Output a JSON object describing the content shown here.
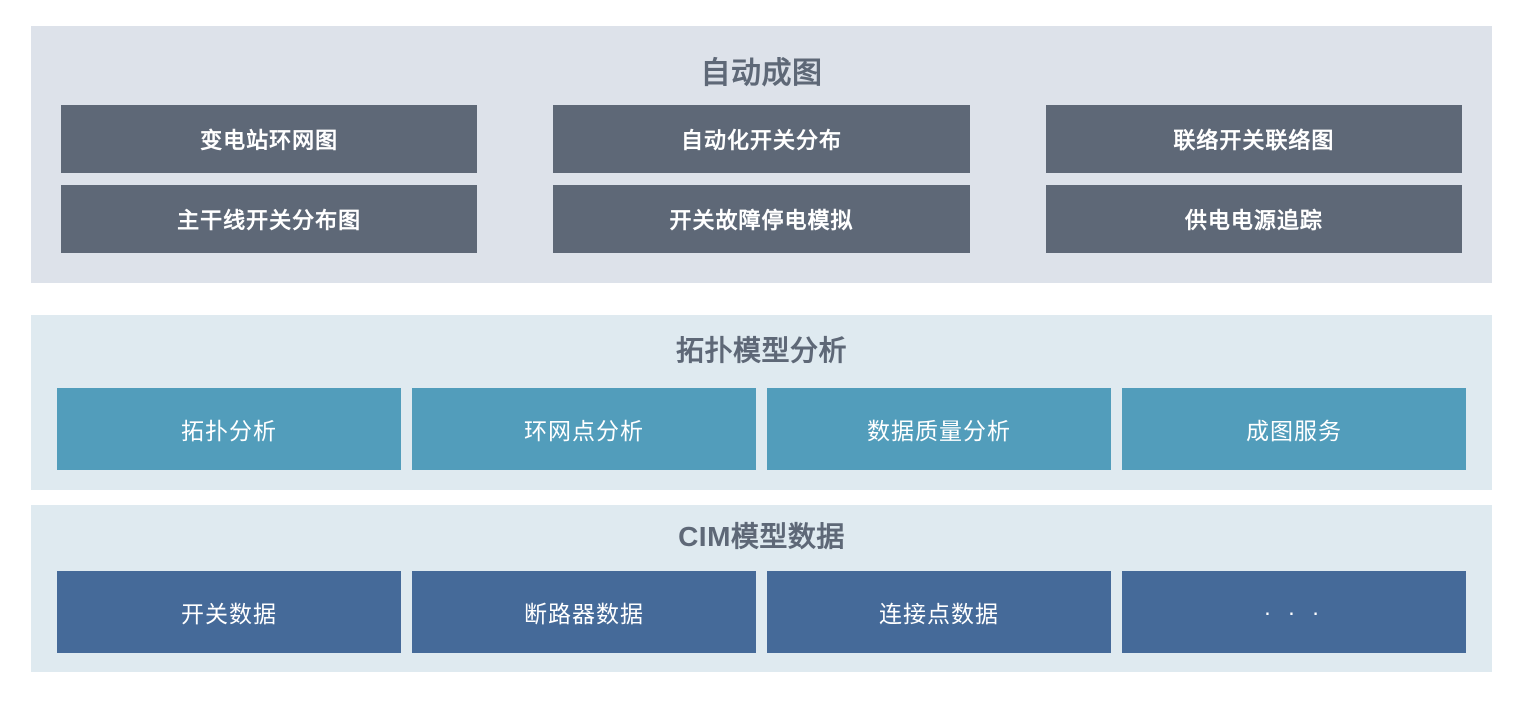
{
  "sections": [
    {
      "id": "auto-mapping",
      "title": "自动成图",
      "panel_color": "#dde2ea",
      "button_color": "#5e6877",
      "buttons": [
        "变电站环网图",
        "自动化开关分布",
        "联络开关联络图",
        "主干线开关分布图",
        "开关故障停电模拟",
        "供电电源追踪"
      ]
    },
    {
      "id": "topology",
      "title": "拓扑模型分析",
      "panel_color": "#dfeaf0",
      "button_color": "#529dbb",
      "buttons": [
        "拓扑分析",
        "环网点分析",
        "数据质量分析",
        "成图服务"
      ]
    },
    {
      "id": "cim",
      "title": "CIM模型数据",
      "panel_color": "#dfeaf0",
      "button_color": "#456a99",
      "buttons": [
        "开关数据",
        "断路器数据",
        "连接点数据",
        "· · ·"
      ]
    }
  ]
}
